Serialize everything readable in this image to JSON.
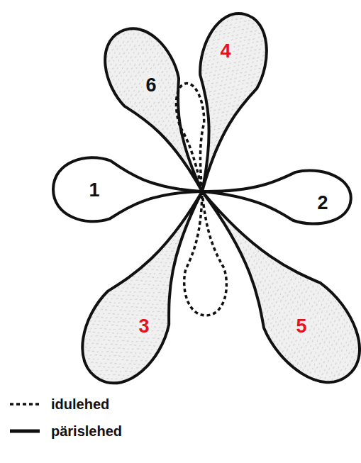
{
  "diagram": {
    "labels": [
      "6",
      "4",
      "1",
      "2",
      "3",
      "5"
    ],
    "legend": [
      {
        "text": "idulehed"
      },
      {
        "text": "pärislehed"
      }
    ]
  }
}
